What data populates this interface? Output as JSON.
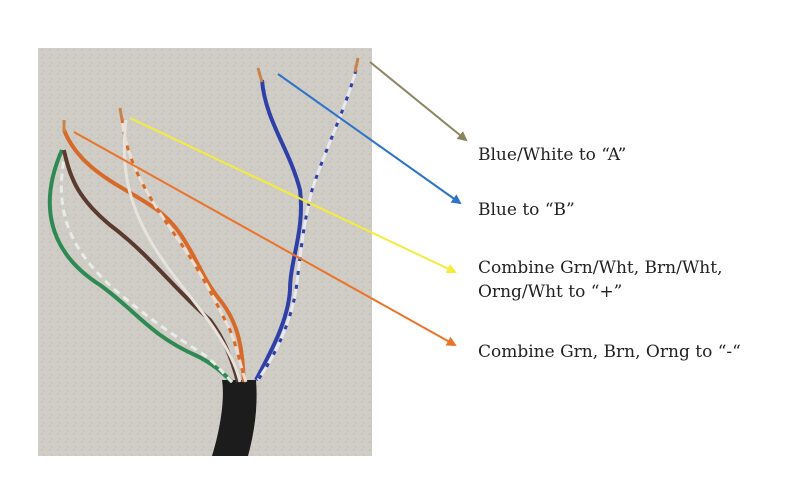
{
  "photo": {
    "subject": "stripped twisted-pair cable wires",
    "colors": {
      "wall": "#cfccc5",
      "cable": "#1c1c1c"
    }
  },
  "annotations": [
    {
      "label": "Blue/White to “A”",
      "arrow_color": "#8c8660"
    },
    {
      "label": "Blue to “B”",
      "arrow_color": "#2e72c9"
    },
    {
      "label_lines": [
        "Combine Grn/Wht, Brn/Wht,",
        "Orng/Wht to “+”"
      ],
      "arrow_color": "#f4ec3a"
    },
    {
      "label": "Combine Grn, Brn, Orng to “-“",
      "arrow_color": "#e9742a"
    }
  ]
}
